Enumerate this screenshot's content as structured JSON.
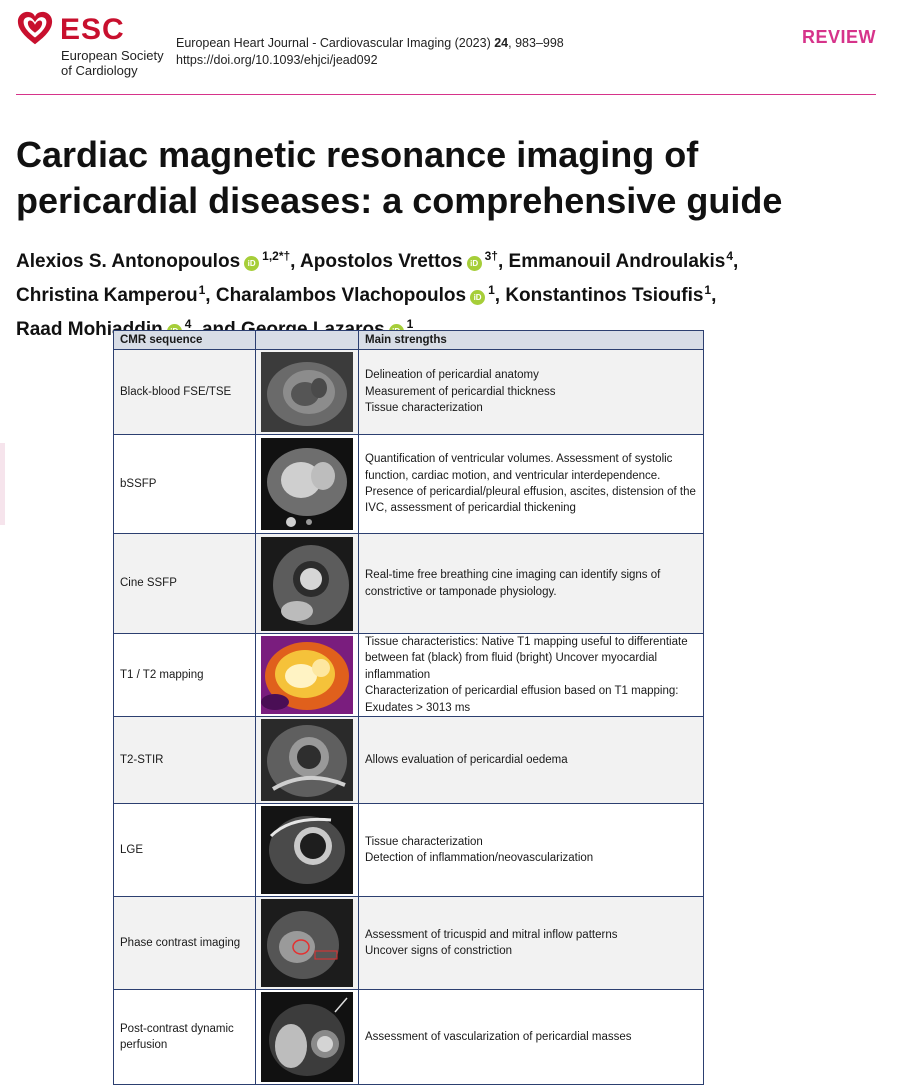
{
  "header": {
    "logo_word": "ESC",
    "logo_subtitle": "European Society\nof Cardiology",
    "journal_prefix": "European Heart Journal - Cardiovascular Imaging (2023) ",
    "journal_volume": "24",
    "journal_pages": ", 983–998",
    "doi": "https://doi.org/10.1093/ehjci/jead092",
    "article_type": "REVIEW"
  },
  "title": "Cardiac magnetic resonance imaging of pericardial diseases: a comprehensive guide",
  "authors": [
    {
      "name": "Alexios S. Antonopoulos",
      "orcid": true,
      "sup": "1,2*†",
      "sep": ", "
    },
    {
      "name": "Apostolos Vrettos",
      "orcid": true,
      "sup": "3†",
      "sep": ", "
    },
    {
      "name": "Emmanouil Androulakis",
      "orcid": false,
      "sup": "4",
      "sep": ","
    },
    {
      "name": "Christina Kamperou",
      "orcid": false,
      "sup": "1",
      "sep": ", "
    },
    {
      "name": "Charalambos Vlachopoulos",
      "orcid": true,
      "sup": "1",
      "sep": ", "
    },
    {
      "name": "Konstantinos Tsioufis",
      "orcid": false,
      "sup": "1",
      "sep": ","
    },
    {
      "name": "Raad Mohiaddin",
      "orcid": true,
      "sup": "4",
      "sep": ", and "
    },
    {
      "name": "George Lazaros",
      "orcid": true,
      "sup": "1",
      "sep": ""
    }
  ],
  "table": {
    "col_sequence": "CMR sequence",
    "col_strengths": "Main strengths",
    "rows": [
      {
        "sequence": "Black-blood FSE/TSE",
        "strengths": "Delineation of pericardial anatomy\nMeasurement of pericardial thickness\nTissue characterization",
        "image": "black-blood-image"
      },
      {
        "sequence": "bSSFP",
        "strengths": "Quantification of ventricular volumes. Assessment of systolic function, cardiac motion, and ventricular interdependence. Presence of pericardial/pleural effusion, ascites, distension of the IVC, assessment of pericardial thickening",
        "image": "bssfp-image"
      },
      {
        "sequence": "Cine SSFP",
        "strengths": "Real-time free breathing cine imaging can identify signs of constrictive or tamponade physiology.",
        "image": "cine-ssfp-image"
      },
      {
        "sequence": "T1 / T2 mapping",
        "strengths": "Tissue characteristics: Native T1 mapping useful to differentiate between fat (black) from fluid (bright) Uncover myocardial inflammation\nCharacterization of pericardial effusion based on T1 mapping: Exudates > 3013 ms",
        "image": "t1-t2-mapping-image"
      },
      {
        "sequence": "T2-STIR",
        "strengths": "Allows evaluation of pericardial oedema",
        "image": "t2-stir-image"
      },
      {
        "sequence": "LGE",
        "strengths": "Tissue characterization\nDetection of inflammation/neovascularization",
        "image": "lge-image"
      },
      {
        "sequence": "Phase contrast imaging",
        "strengths": "Assessment of tricuspid and mitral inflow patterns\nUncover signs of constriction",
        "image": "phase-contrast-image"
      },
      {
        "sequence": "Post-contrast dynamic perfusion",
        "strengths": "Assessment of vascularization of pericardial masses",
        "image": "perfusion-image"
      }
    ]
  },
  "colors": {
    "esc_red": "#c8102e",
    "review_pink": "#d6338a",
    "orcid_green": "#a6ce39",
    "table_border": "#2c3f70"
  }
}
